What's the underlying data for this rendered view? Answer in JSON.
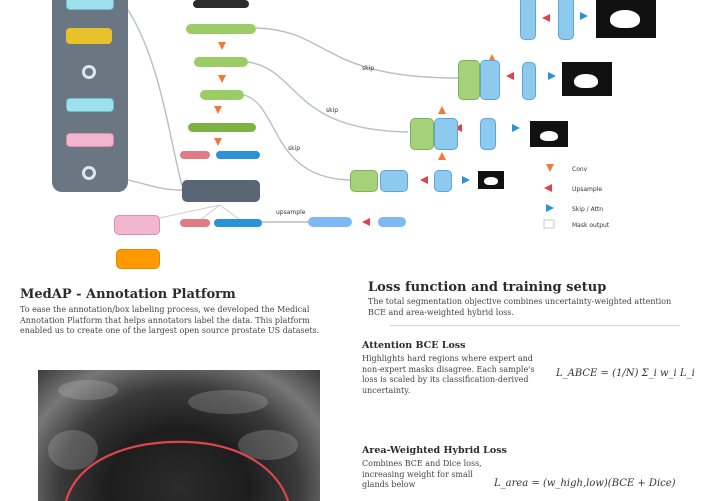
{
  "diagram": {
    "edge_labels": [
      "skip",
      "skip",
      "skip",
      "upsample"
    ],
    "legend": {
      "items": [
        "Conv",
        "Upsample",
        "Skip / Attn",
        "Mask output"
      ]
    }
  },
  "sections": {
    "left": {
      "title": "MedAP - Annotation Platform",
      "body": "To ease the annotation/box labeling process, we developed the Medical Annotation Platform that helps annotators label the data. This platform enabled us to create one of the largest open source prostate US datasets."
    },
    "right": {
      "title": "Loss function and training setup",
      "intro": "The total segmentation objective combines uncertainty-weighted attention BCE and area-weighted hybrid loss.",
      "attn": {
        "title": "Attention BCE Loss",
        "body": "Highlights hard regions where expert and non-expert masks disagree. Each sample's loss is scaled by its classification-derived uncertainty.",
        "equation": "L_ABCE = (1/N) Σ_i w_i L_i"
      },
      "hybrid": {
        "title": "Area-Weighted Hybrid Loss",
        "body": "Combines BCE and Dice loss, increasing weight for small glands below",
        "equation": "L_area = (w_high,low)(BCE + Dice)"
      }
    }
  },
  "colors": {
    "green": "#9ccc65",
    "blue": "#2a92d6",
    "red": "#e07b86",
    "arrow_orange": "#f07a3a",
    "panel": "#6a7783",
    "contour": "#e0454f"
  }
}
